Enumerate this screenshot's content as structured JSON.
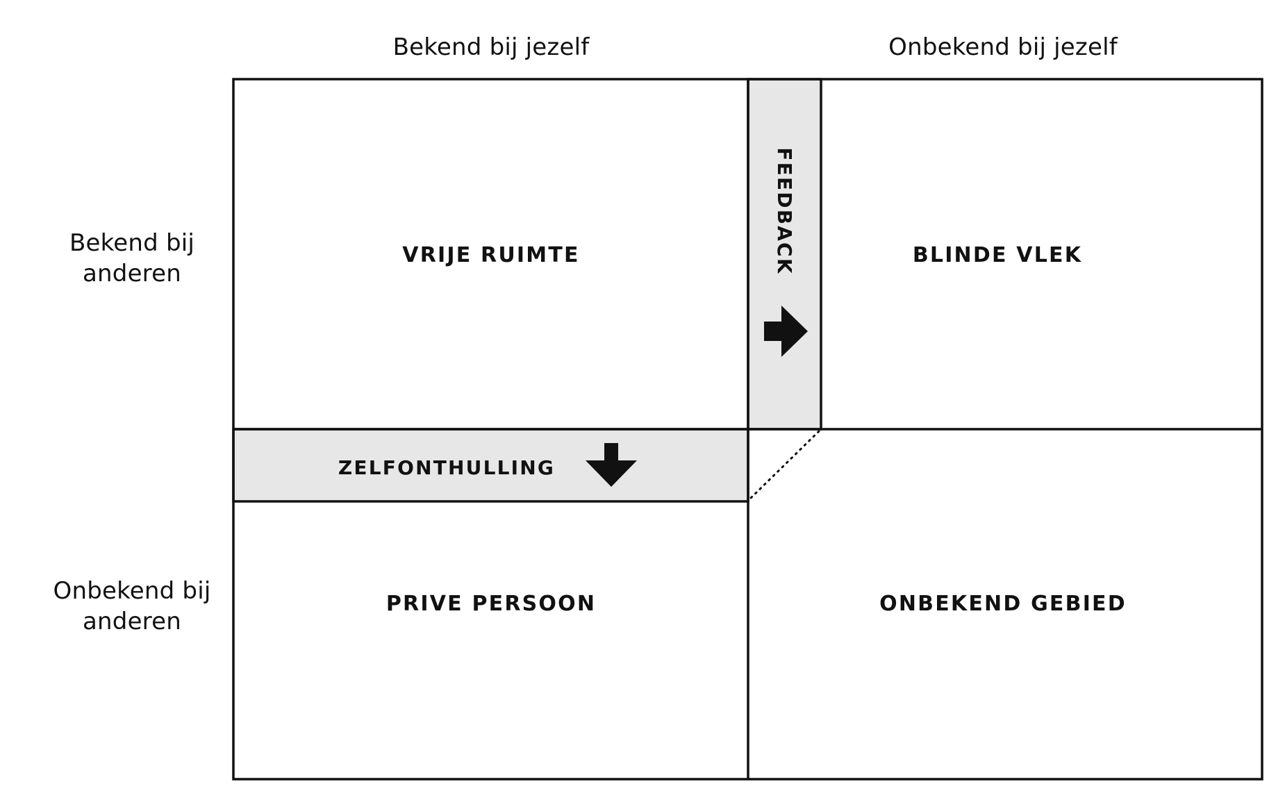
{
  "column_headers": {
    "known_to_self": "Bekend bij jezelf",
    "unknown_to_self": "Onbekend bij jezelf"
  },
  "row_headers": {
    "known_to_others": {
      "line1": "Bekend bij",
      "line2": "anderen"
    },
    "unknown_to_others": {
      "line1": "Onbekend bij",
      "line2": "anderen"
    }
  },
  "quadrants": {
    "open_area": "VRIJE RUIMTE",
    "blind_spot": "BLINDE VLEK",
    "private_person": "PRIVE PERSOON",
    "unknown_area": "ONBEKEND GEBIED"
  },
  "bands": {
    "feedback": "FEEDBACK",
    "self_disclosure": "ZELFONTHULLING"
  },
  "icons": {
    "feedback_arrow": "arrow-right-icon",
    "disclosure_arrow": "arrow-down-icon"
  },
  "colors": {
    "band_fill": "#e7e7e7",
    "line": "#111111"
  }
}
